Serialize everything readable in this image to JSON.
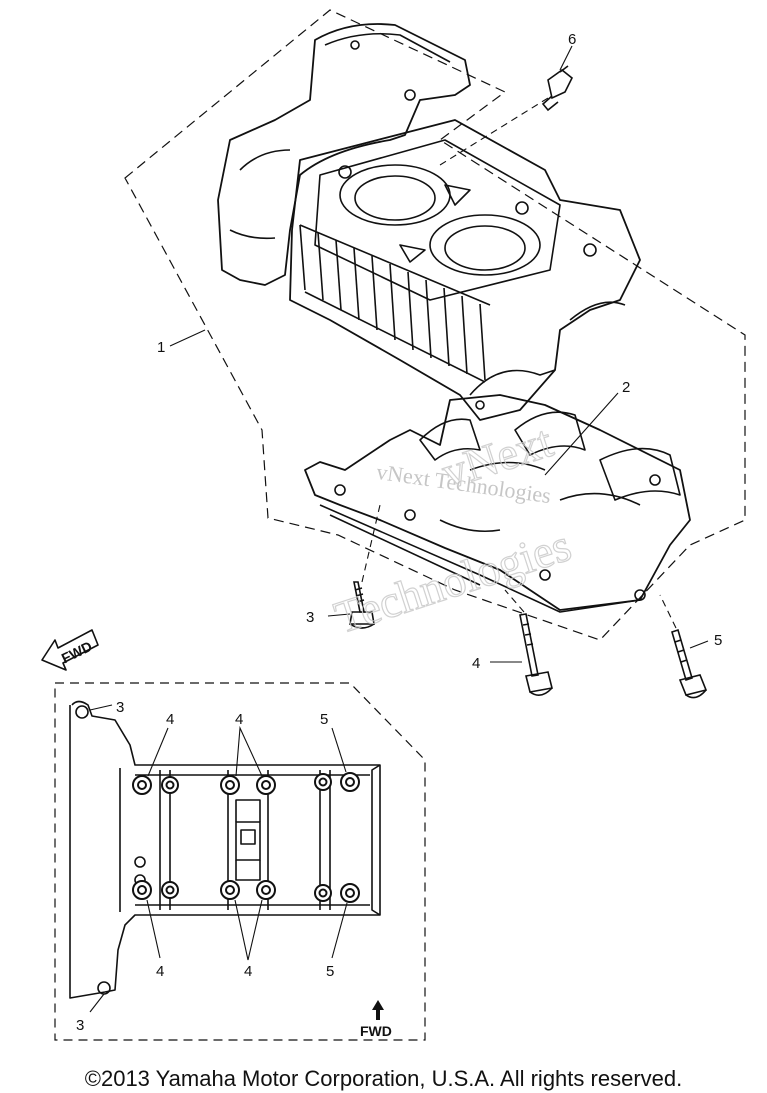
{
  "diagram": {
    "callouts": {
      "c1": "1",
      "c2": "2",
      "c3": "3",
      "c4": "4",
      "c5": "5",
      "c6": "6",
      "i3a": "3",
      "i3b": "3",
      "i4a": "4",
      "i4b": "4",
      "i4c": "4",
      "i4d": "4",
      "i5a": "5",
      "i5b": "5"
    },
    "fwd_label_arrow": "FWD",
    "fwd_label_inset": "FWD",
    "watermark_line1": "vNext Technologies",
    "watermark_line2": "vNext",
    "watermark_line3": "Technologies"
  },
  "footer": {
    "copyright": "©2013 Yamaha Motor Corporation, U.S.A. All rights reserved."
  },
  "colors": {
    "ink": "#111111",
    "watermark": "#c9c9c9"
  }
}
